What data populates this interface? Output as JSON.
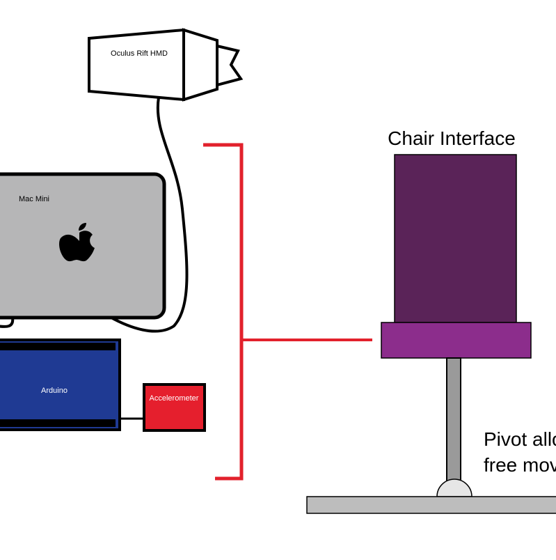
{
  "labels": {
    "hmd": "Oculus Rift HMD",
    "mac_mini": "Mac Mini",
    "arduino": "Arduino",
    "accelerometer": "Accelerometer",
    "chair_interface": "Chair Interface",
    "pivot_line1": "Pivot allo",
    "pivot_line2": "free mov"
  },
  "colors": {
    "bracket": "#e2212c",
    "arduino_fill": "#1f3a93",
    "accelerometer_fill": "#e51f2d",
    "chair_back": "#5a2358",
    "chair_seat": "#8c2d8c",
    "mac_body": "#b6b6b7",
    "pole": "#9a9a9a",
    "base": "#bdbdbd"
  },
  "icons": {
    "apple_logo": "apple-logo-icon"
  }
}
